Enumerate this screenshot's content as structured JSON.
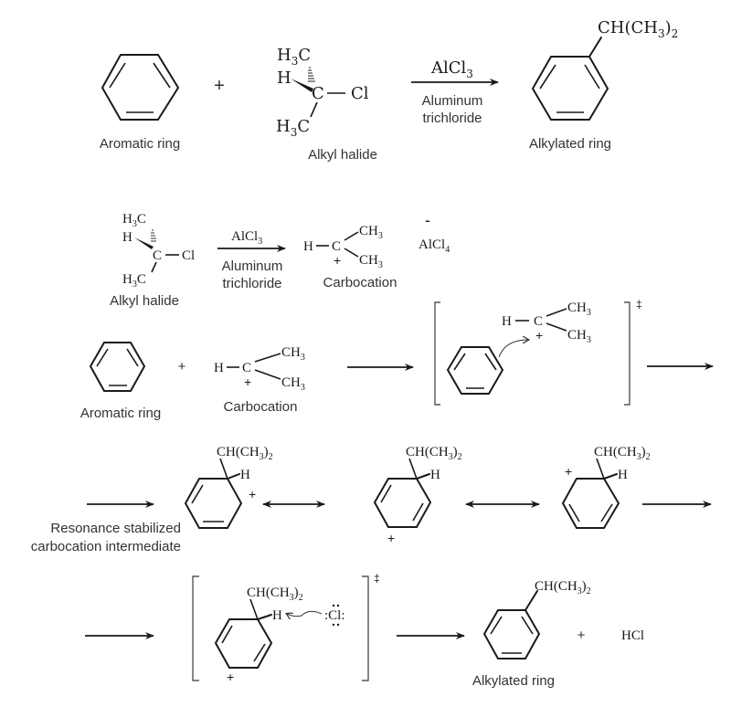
{
  "reaction1": {
    "reactant1_label": "Aromatic ring",
    "plus": "+",
    "alkyl_halide": {
      "h3c_top": "H",
      "h3c_top_sub": "3",
      "h3c_top_c": "C",
      "h": "H",
      "c": "C",
      "cl": "Cl",
      "h3c_bottom": "H",
      "h3c_bottom_sub": "3",
      "h3c_bottom_c": "C",
      "label": "Alkyl halide"
    },
    "catalyst": {
      "formula": "AlCl",
      "formula_sub": "3",
      "name_line1": "Aluminum",
      "name_line2": "trichloride"
    },
    "product": {
      "substituent": "CH(CH",
      "substituent_sub1": "3",
      "substituent_close": ")",
      "substituent_sub2": "2",
      "label": "Alkylated ring"
    }
  },
  "step1": {
    "alkyl_halide": {
      "h3c_top": "H",
      "h3c_top_sub": "3",
      "h3c_top_c": "C",
      "h": "H",
      "c": "C",
      "cl": "Cl",
      "h3c_bottom": "H",
      "h3c_bottom_sub": "3",
      "h3c_bottom_c": "C",
      "label": "Alkyl halide"
    },
    "catalyst": {
      "formula": "AlCl",
      "formula_sub": "3",
      "name_line1": "Aluminum",
      "name_line2": "trichloride"
    },
    "carbocation": {
      "h": "H",
      "c": "C",
      "plus": "+",
      "ch3_top": "CH",
      "ch3_top_sub": "3",
      "ch3_bottom": "CH",
      "ch3_bottom_sub": "3",
      "label": "Carbocation"
    },
    "anion": {
      "charge": "-",
      "formula": "AlCl",
      "formula_sub": "4"
    }
  },
  "step2": {
    "ring_label": "Aromatic ring",
    "plus": "+",
    "carbocation": {
      "h": "H",
      "c": "C",
      "plus": "+",
      "ch3_top": "CH",
      "ch3_top_sub": "3",
      "ch3_bottom": "CH",
      "ch3_bottom_sub": "3",
      "label": "Carbocation"
    },
    "transition_state": {
      "h": "H",
      "c": "C",
      "plus": "+",
      "ch3_top": "CH",
      "ch3_top_sub": "3",
      "ch3_bottom": "CH",
      "ch3_bottom_sub": "3",
      "double_dagger": "‡"
    }
  },
  "step3": {
    "label_line1": "Resonance stabilized",
    "label_line2": "carbocation intermediate",
    "structures": [
      {
        "substituent": "CH(CH",
        "sub1": "3",
        "close": ")",
        "sub2": "2",
        "h": "H",
        "plus": "+"
      },
      {
        "substituent": "CH(CH",
        "sub1": "3",
        "close": ")",
        "sub2": "2",
        "h": "H",
        "plus": "+"
      },
      {
        "substituent": "CH(CH",
        "sub1": "3",
        "close": ")",
        "sub2": "2",
        "h": "H",
        "plus": "+"
      }
    ]
  },
  "step4": {
    "intermediate": {
      "substituent": "CH(CH",
      "sub1": "3",
      "close": ")",
      "sub2": "2",
      "h": "H",
      "plus": "+",
      "chloride": ":Cl:",
      "double_dagger": "‡"
    },
    "product": {
      "substituent": "CH(CH",
      "sub1": "3",
      "close": ")",
      "sub2": "2",
      "label": "Alkylated ring"
    },
    "plus": "+",
    "byproduct": "HCl"
  }
}
